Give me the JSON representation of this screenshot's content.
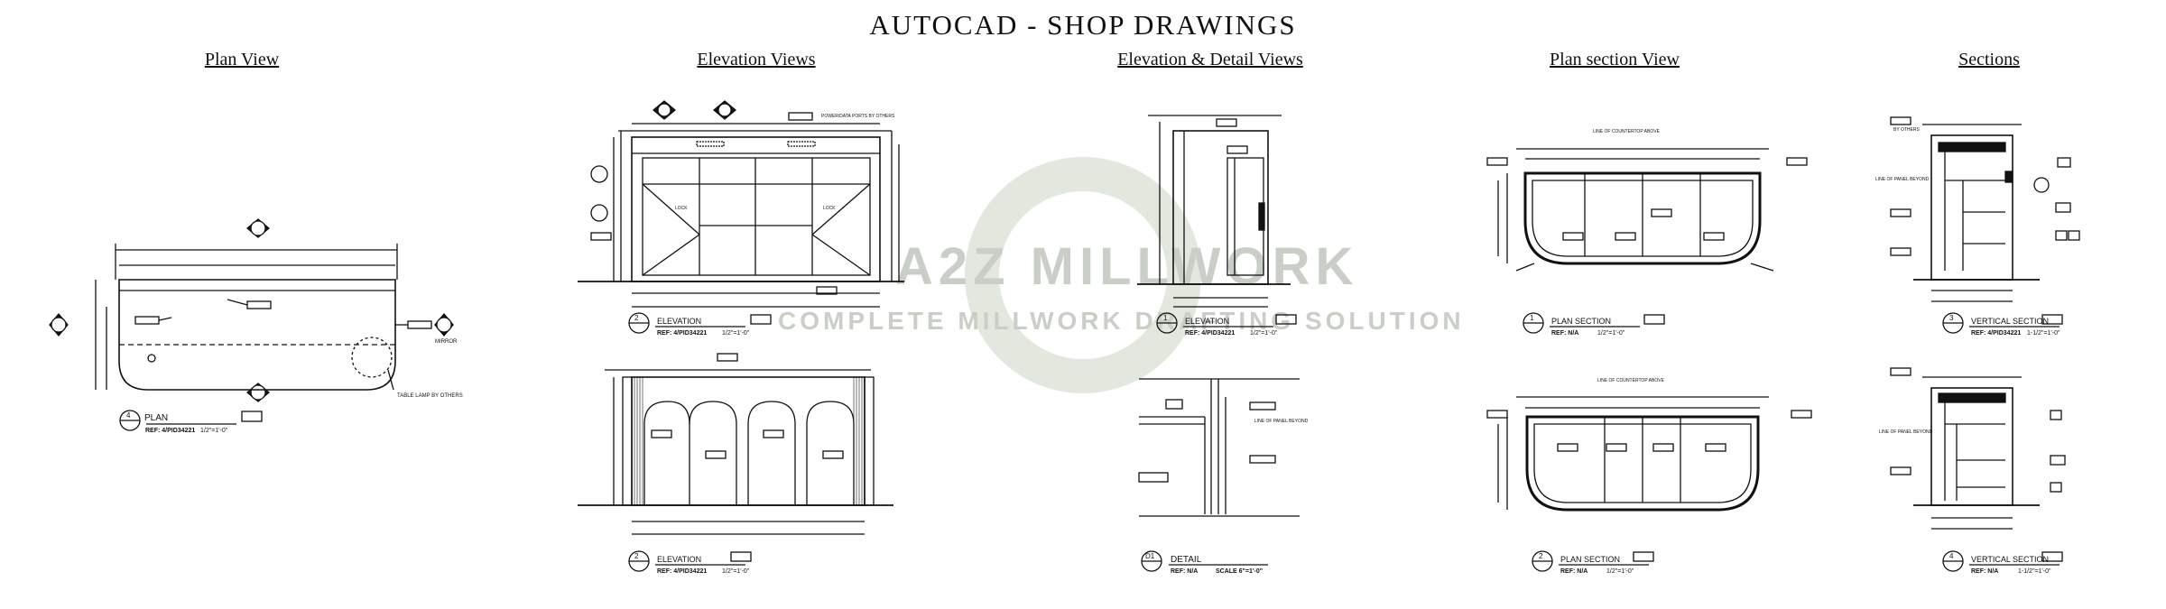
{
  "title": "AUTOCAD -  SHOP DRAWINGS",
  "sections": {
    "plan_view": "Plan View",
    "elevation_views": "Elevation Views",
    "elevation_detail_views": "Elevation & Detail Views",
    "plan_section_view": "Plan section View",
    "sections": "Sections"
  },
  "watermark": {
    "name": "A2Z MILLWORK",
    "tagline": "COMPLETE MILLWORK DRAFTING SOLUTION"
  },
  "drawings": {
    "plan": {
      "num": "4",
      "label": "PLAN",
      "ref": "REF: 4/PID34221",
      "scale": "1/2\"=1'-0\""
    },
    "elev_top": {
      "num": "2",
      "label": "ELEVATION",
      "ref": "REF: 4/PID34221",
      "scale": "1/2\"=1'-0\""
    },
    "elev_bottom": {
      "num": "2",
      "label": "ELEVATION",
      "ref": "REF: 4/PID34221",
      "scale": "1/2\"=1'-0\""
    },
    "elev_side": {
      "num": "1",
      "label": "ELEVATION",
      "ref": "REF: 4/PID34221",
      "scale": "1/2\"=1'-0\""
    },
    "detail": {
      "num": "D1",
      "label": "DETAIL",
      "ref": "REF: N/A",
      "scale": "SCALE 6\"=1'-0\""
    },
    "plan_section_top": {
      "num": "1",
      "label": "PLAN SECTION",
      "ref": "REF: N/A",
      "scale": "1/2\"=1'-0\""
    },
    "plan_section_bottom": {
      "num": "2",
      "label": "PLAN SECTION",
      "ref": "REF: N/A",
      "scale": "1/2\"=1'-0\""
    },
    "vsection_top": {
      "num": "3",
      "label": "VERTICAL SECTION",
      "ref": "REF: 4/PID34221",
      "scale": "1-1/2\"=1'-0\""
    },
    "vsection_bottom": {
      "num": "4",
      "label": "VERTICAL SECTION",
      "ref": "REF: N/A",
      "scale": "1-1/2\"=1'-0\""
    }
  },
  "notes": {
    "table_lamp": "TABLE LAMP BY OTHERS",
    "mirror": "MIRROR",
    "power_data": "POWER/DATA PORTS BY OTHERS",
    "lock": "LOCK",
    "line_of_countertop": "LINE OF COUNTERTOP ABOVE",
    "line_of_panel": "LINE OF PANEL BEYOND",
    "by_others": "BY OTHERS"
  }
}
